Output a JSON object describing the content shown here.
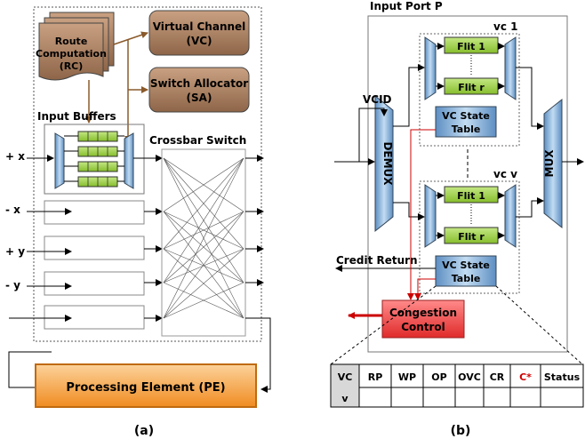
{
  "left": {
    "rc_label": [
      "Route",
      "Computation",
      "(RC)"
    ],
    "vc_label": [
      "Virtual Channel",
      "(VC)"
    ],
    "sa_label": [
      "Switch Allocator",
      "(SA)"
    ],
    "input_buffers": "Input Buffers",
    "crossbar": "Crossbar Switch",
    "ports": [
      "+ x",
      "- x",
      "+ y",
      "- y"
    ],
    "pe_label": "Processing Element (PE)",
    "caption": "(a)"
  },
  "right": {
    "title": "Input Port P",
    "vc1": "vc 1",
    "vcv": "vc v",
    "flit1": "Flit 1",
    "flitr": "Flit r",
    "vc_state": [
      "VC State",
      "Table"
    ],
    "vcid": "VCID",
    "demux": "DEMUX",
    "mux": "MUX",
    "credit": "Credit Return",
    "congestion": [
      "Congestion",
      "Control"
    ],
    "caption": "(b)",
    "table": {
      "headers": [
        "VC",
        "RP",
        "WP",
        "OP",
        "OVC",
        "CR",
        "C*",
        "Status"
      ],
      "row": [
        "v",
        "",
        "",
        "",
        "",
        "",
        "",
        ""
      ]
    }
  },
  "colors": {
    "brown": "#a0785a",
    "buffer_green": "#99cc44",
    "mux_blue": "#7aa6cf",
    "congestion_red": "#f24d4d",
    "pe_orange": "#f5a040",
    "accent_red": "#cc0000"
  }
}
